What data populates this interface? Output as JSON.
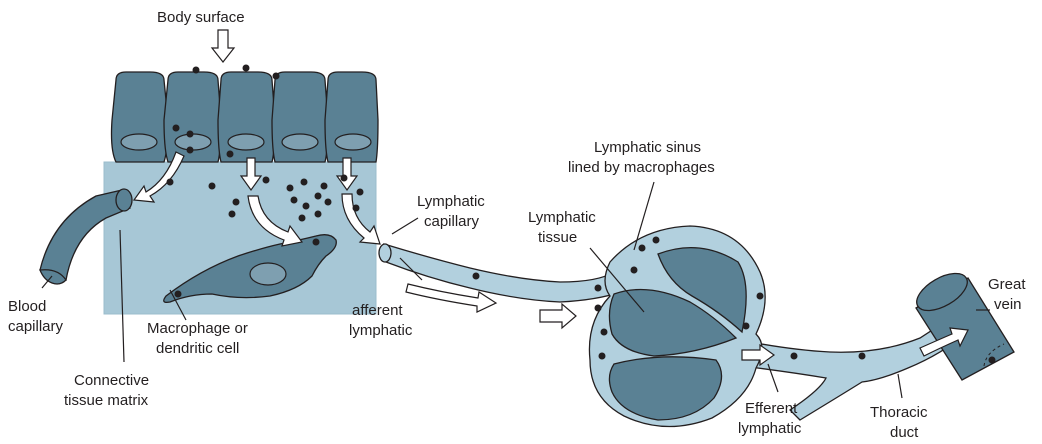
{
  "labels": {
    "body_surface": "Body surface",
    "blood_capillary": [
      "Blood",
      "capillary"
    ],
    "connective_tissue_matrix": [
      "Connective",
      "tissue matrix"
    ],
    "macrophage_or_dendritic_cell": [
      "Macrophage or",
      "dendritic cell"
    ],
    "lymphatic_capillary": [
      "Lymphatic",
      "capillary"
    ],
    "afferent_lymphatic": [
      "afferent",
      "lymphatic"
    ],
    "lymphatic_tissue": [
      "Lymphatic",
      "tissue"
    ],
    "lymphatic_sinus": [
      "Lymphatic sinus",
      "lined by macrophages"
    ],
    "efferent_lymphatic": [
      "Efferent",
      "lymphatic"
    ],
    "thoracic_duct": [
      "Thoracic",
      "duct"
    ],
    "great_vein": [
      "Great",
      "vein"
    ]
  },
  "colors": {
    "cell_fill": "#5a8194",
    "connective_tissue": "#a7c7d6",
    "lymph_fill": "#b2d0de",
    "nucleus_fill": "#7e9fb0",
    "particle": "#231f20",
    "outline": "#231f20"
  }
}
